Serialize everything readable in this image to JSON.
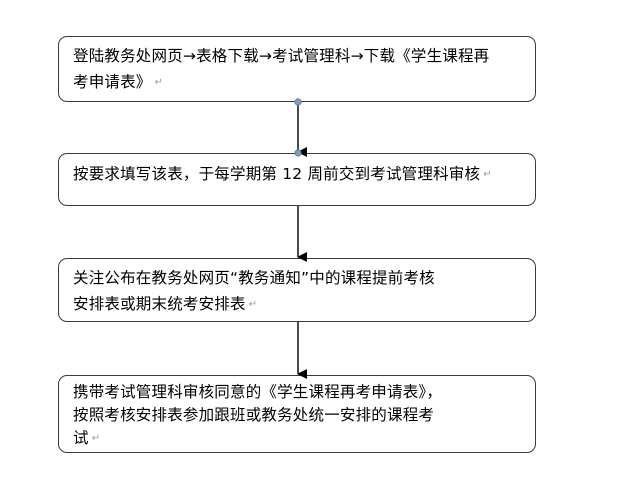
{
  "diagram": {
    "type": "flowchart",
    "direction": "top-to-bottom",
    "colors": {
      "border": "#3a3a3a",
      "arrow": "#000000",
      "handle": "#7f9cc3",
      "paragraph_mark": "#9a9a9a"
    },
    "paragraph_mark_glyph": "↵",
    "steps": [
      {
        "lines": [
          "登陆教务处网页→表格下载→考试管理科→下载《学生课程再",
          "考申请表》"
        ]
      },
      {
        "lines": [
          "按要求填写该表，于每学期第 12 周前交到考试管理科审核"
        ]
      },
      {
        "lines": [
          "关注公布在教务处网页“教务通知”中的课程提前考核",
          "安排表或期末统考安排表"
        ]
      },
      {
        "lines": [
          "携带考试管理科审核同意的《学生课程再考申请表》，",
          "按照考核安排表参加跟班或教务处统一安排的课程考",
          "试"
        ]
      }
    ],
    "edges": [
      {
        "from": 1,
        "to": 2,
        "selected": true
      },
      {
        "from": 2,
        "to": 3,
        "selected": false
      },
      {
        "from": 3,
        "to": 4,
        "selected": false
      }
    ]
  }
}
